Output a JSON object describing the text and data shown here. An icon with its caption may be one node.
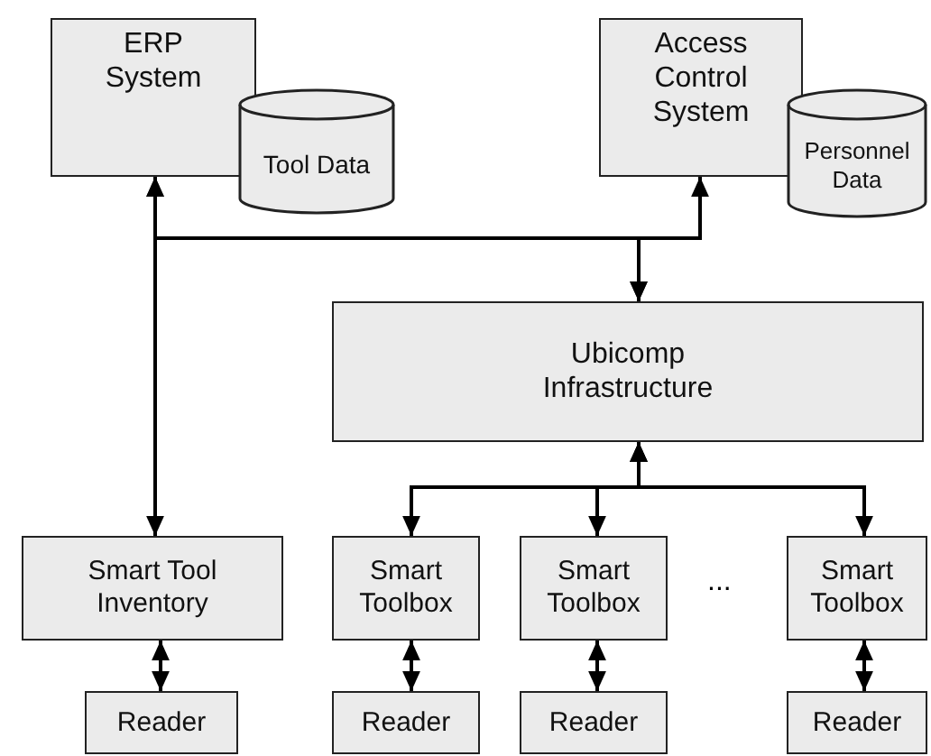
{
  "diagram": {
    "nodes": [
      {
        "text": [
          "ERP System"
        ]
      },
      {
        "text": [
          "Tool Data"
        ]
      },
      {
        "text": [
          "Access Control System"
        ]
      },
      {
        "text": [
          "Personnel Data"
        ]
      },
      {
        "text": [
          "Ubicomp Infrastructure"
        ]
      },
      {
        "text": [
          "Smart Tool Inventory"
        ]
      },
      {
        "text": [
          "Smart Toolbox"
        ]
      },
      {
        "text": [
          "Smart Toolbox"
        ]
      },
      {
        "text": [
          "Smart Toolbox"
        ]
      },
      {
        "text": [
          "Reader"
        ]
      },
      {
        "text": [
          "Reader"
        ]
      },
      {
        "text": [
          "Reader"
        ]
      },
      {
        "text": [
          "Reader"
        ]
      }
    ],
    "edges": [
      {
        "from": 0,
        "to": 4,
        "arrow": "both"
      },
      {
        "from": 2,
        "to": 4,
        "arrow": "both"
      },
      {
        "from": 0,
        "to": 5,
        "arrow": "both"
      },
      {
        "from": 4,
        "to": 6,
        "arrow": "both"
      },
      {
        "from": 4,
        "to": 7,
        "arrow": "both"
      },
      {
        "from": 4,
        "to": 8,
        "arrow": "both"
      },
      {
        "from": 5,
        "to": 9,
        "arrow": "both"
      },
      {
        "from": 6,
        "to": 10,
        "arrow": "both"
      },
      {
        "from": 7,
        "to": 11,
        "arrow": "both"
      },
      {
        "from": 8,
        "to": 12,
        "arrow": "both"
      }
    ],
    "labels": [
      "..."
    ]
  }
}
